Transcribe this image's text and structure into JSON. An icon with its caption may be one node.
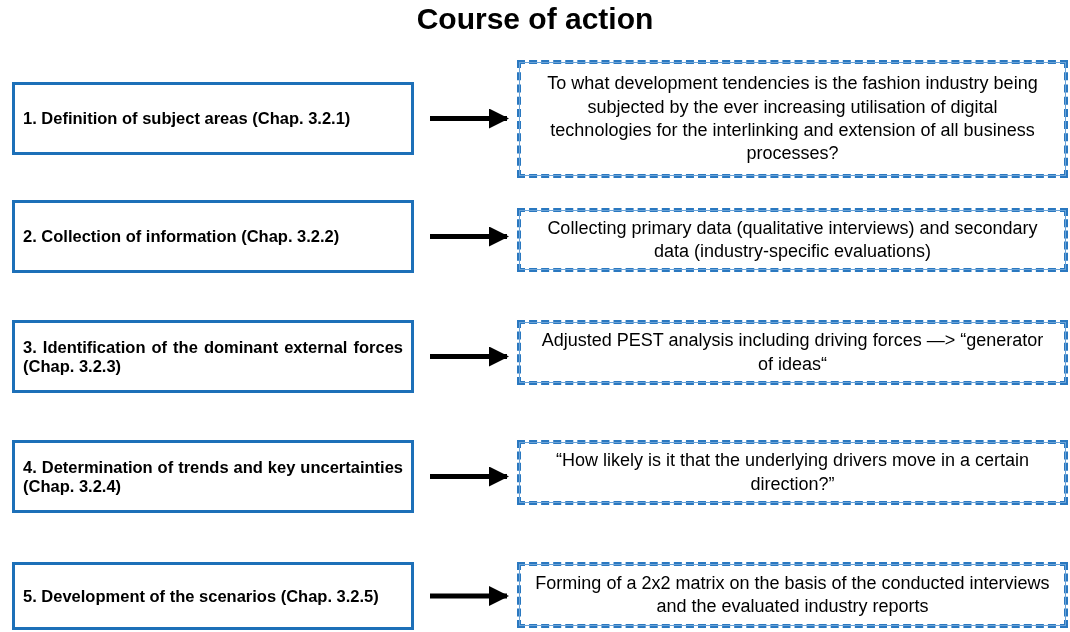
{
  "diagram": {
    "title": "Course of action",
    "nodes": [
      {
        "text": [
          "1. Definition of subject areas (Chap. 3.2.1)"
        ]
      },
      {
        "text": [
          "To what development tendencies is the fashion industry being subjected by the ever increasing utilisation of digital technologies for the interlinking and extension of all business processes?"
        ]
      },
      {
        "text": [
          "2. Collection of information (Chap.  3.2.2)"
        ]
      },
      {
        "text": [
          "Collecting primary data (qualitative interviews) and secondary data (industry-specific evaluations)"
        ]
      },
      {
        "text": [
          "3. Identification of the dominant external forces (Chap.  3.2.3)"
        ]
      },
      {
        "text": [
          "Adjusted PEST analysis including driving forces —> “generator of ideas“"
        ]
      },
      {
        "text": [
          "4. Determination of trends and key uncertainties (Chap.  3.2.4)"
        ]
      },
      {
        "text": [
          "“How likely is it that the underlying drivers move in a certain direction?”"
        ]
      },
      {
        "text": [
          "5. Development of the scenarios (Chap. 3.2.5)"
        ]
      },
      {
        "text": [
          "Forming of a 2x2 matrix on the basis of the conducted interviews and the evaluated industry reports"
        ]
      }
    ],
    "edges": [
      {
        "from": 0,
        "to": 1,
        "arrow": "to"
      },
      {
        "from": 2,
        "to": 3,
        "arrow": "to"
      },
      {
        "from": 4,
        "to": 5,
        "arrow": "to"
      },
      {
        "from": 6,
        "to": 7,
        "arrow": "to"
      },
      {
        "from": 8,
        "to": 9,
        "arrow": "to"
      }
    ]
  }
}
